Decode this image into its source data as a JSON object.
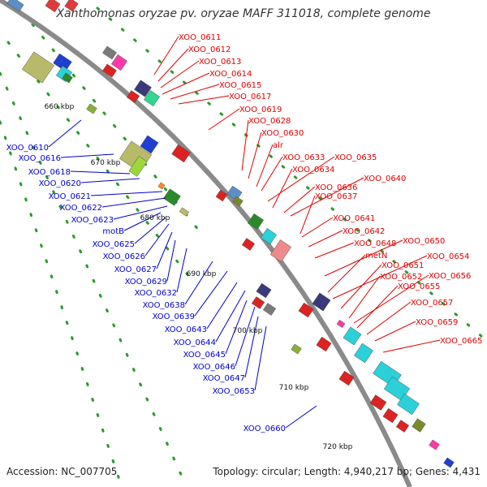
{
  "title": "Xanthomonas oryzae pv. oryzae MAFF 311018, complete genome",
  "footer": {
    "accession": "Accession: NC_007705",
    "topology": "Topology: circular; Length: 4,940,217 bp; Genes: 4,431"
  },
  "colors": {
    "backbone": "#808080",
    "plus_strand_gene": "#ee1111",
    "minus_strand_gene": "#1133ee",
    "label_plus": "#dd0000",
    "label_minus": "#0000cc",
    "dots": "#2a9a2a"
  },
  "ticks": [
    "660 kbp",
    "670 kbp",
    "680 kbp",
    "690 kbp",
    "700 kbp",
    "710 kbp",
    "720 kbp"
  ],
  "labels_red": [
    "XOO_0611",
    "XOO_0612",
    "XOO_0613",
    "XOO_0614",
    "XOO_0615",
    "XOO_0617",
    "XOO_0619",
    "XOO_0628",
    "XOO_0630",
    "alr",
    "XOO_0633",
    "XOO_0635",
    "XOO_0634",
    "XOO_0636",
    "XOO_0640",
    "XOO_0637",
    "XOO_0641",
    "XOO_0642",
    "XOO_0648",
    "XOO_0650",
    "metN",
    "XOO_0654",
    "XOO_0651",
    "XOO_0652",
    "XOO_0656",
    "XOO_0655",
    "XOO_0657",
    "XOO_0659",
    "XOO_0665"
  ],
  "labels_blue": [
    "XOO_0610",
    "XOO_0616",
    "XOO_0618",
    "XOO_0620",
    "XOO_0621",
    "XOO_0622",
    "XOO_0623",
    "motB",
    "XOO_0625",
    "XOO_0626",
    "XOO_0627",
    "XOO_0629",
    "XOO_0632",
    "XOO_0638",
    "XOO_0639",
    "XOO_0643",
    "XOO_0644",
    "XOO_0645",
    "XOO_0646",
    "XOO_0647",
    "XOO_0653",
    "XOO_0660"
  ]
}
